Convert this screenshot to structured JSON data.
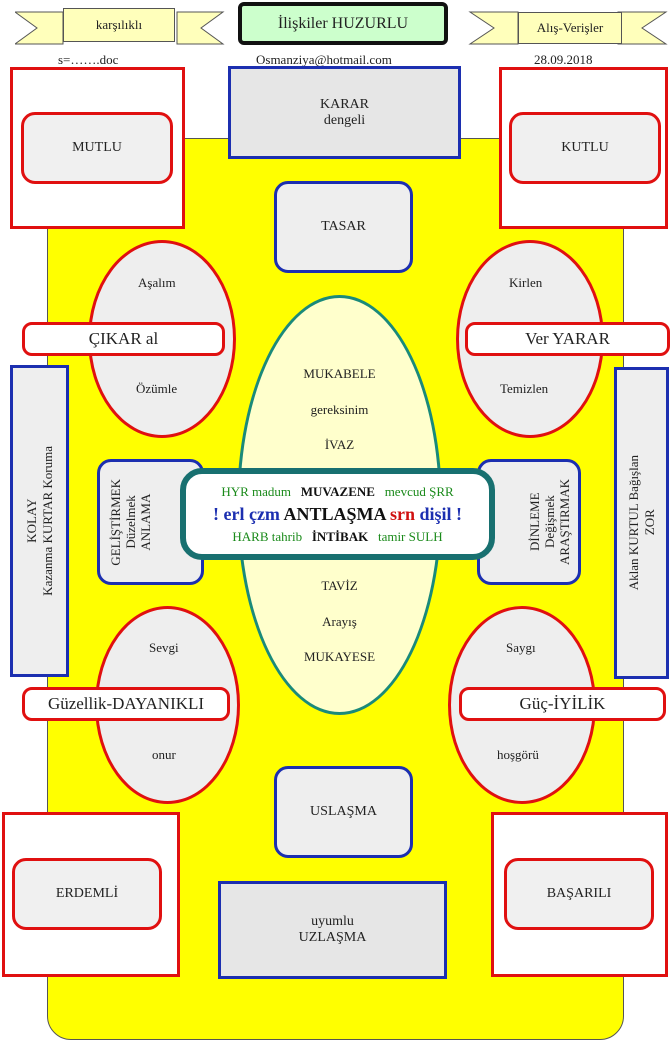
{
  "header": {
    "left_ribbon": "karşılıklı",
    "title": "İlişkiler HUZURLU",
    "right_ribbon": "Alış-Verişler",
    "file": "s=…….doc",
    "email": "Osmanziya@hotmail.com",
    "date": "28.09.2018"
  },
  "corners": {
    "top_left": "MUTLU",
    "top_right": "KUTLU",
    "bottom_left": "ERDEMLİ",
    "bottom_right": "BAŞARILI"
  },
  "top_box": {
    "line1": "KARAR",
    "line2": "dengeli"
  },
  "bottom_box": {
    "line1": "uyumlu",
    "line2": "UZLAŞMA"
  },
  "tasar": "TASAR",
  "uslasma": "USLAŞMA",
  "ellipses": {
    "top_left": {
      "top": "Aşalım",
      "bottom": "Özümle",
      "bar": "ÇIKAR al"
    },
    "top_right": {
      "top": "Kirlen",
      "bottom": "Temizlen",
      "bar": "Ver YARAR"
    },
    "bottom_left": {
      "top": "Sevgi",
      "bottom": "onur",
      "bar": "Güzellik-DAYANIKLI"
    },
    "bottom_right": {
      "top": "Saygı",
      "bottom": "hoşgörü",
      "bar": "Güç-İYİLİK"
    }
  },
  "side_left": {
    "line1": "KOLAY",
    "line2": "Kazanma  KURTAR Koruma"
  },
  "side_right": {
    "line1": "Aklan KURTUL Bağışlan",
    "line2": "ZOR"
  },
  "mid_left": {
    "line1": "GELİŞTİRMEK",
    "line2": "Düzelmek",
    "line3": "ANLAMA"
  },
  "mid_right": {
    "line1": "DİNLEME",
    "line2": "Değişmek",
    "line3": "ARAŞTIRMAK"
  },
  "center_ellipse": {
    "t1": "MUKABELE",
    "t2": "gereksinim",
    "t3": "İVAZ",
    "b1": "TAVİZ",
    "b2": "Arayış",
    "b3": "MUKAYESE"
  },
  "center_box": {
    "r1a": "HYR madum",
    "r1b": "MUVAZENE",
    "r1c": "mevcud ŞRR",
    "r2a": "! erl çzm",
    "r2b": "ANTLAŞMA",
    "r2c": "srn",
    "r2d": "dişil !",
    "r3a": "HARB tahrib",
    "r3b": "İNTİBAK",
    "r3c": "tamir SULH"
  },
  "colors": {
    "background_fill": "#ffff00",
    "red_border": "#e01010",
    "blue_border": "#1c2fb0",
    "teal_border": "#187070",
    "green_text": "#1a8a1a",
    "blue_text": "#1c2fb0",
    "red_text": "#d01010"
  }
}
